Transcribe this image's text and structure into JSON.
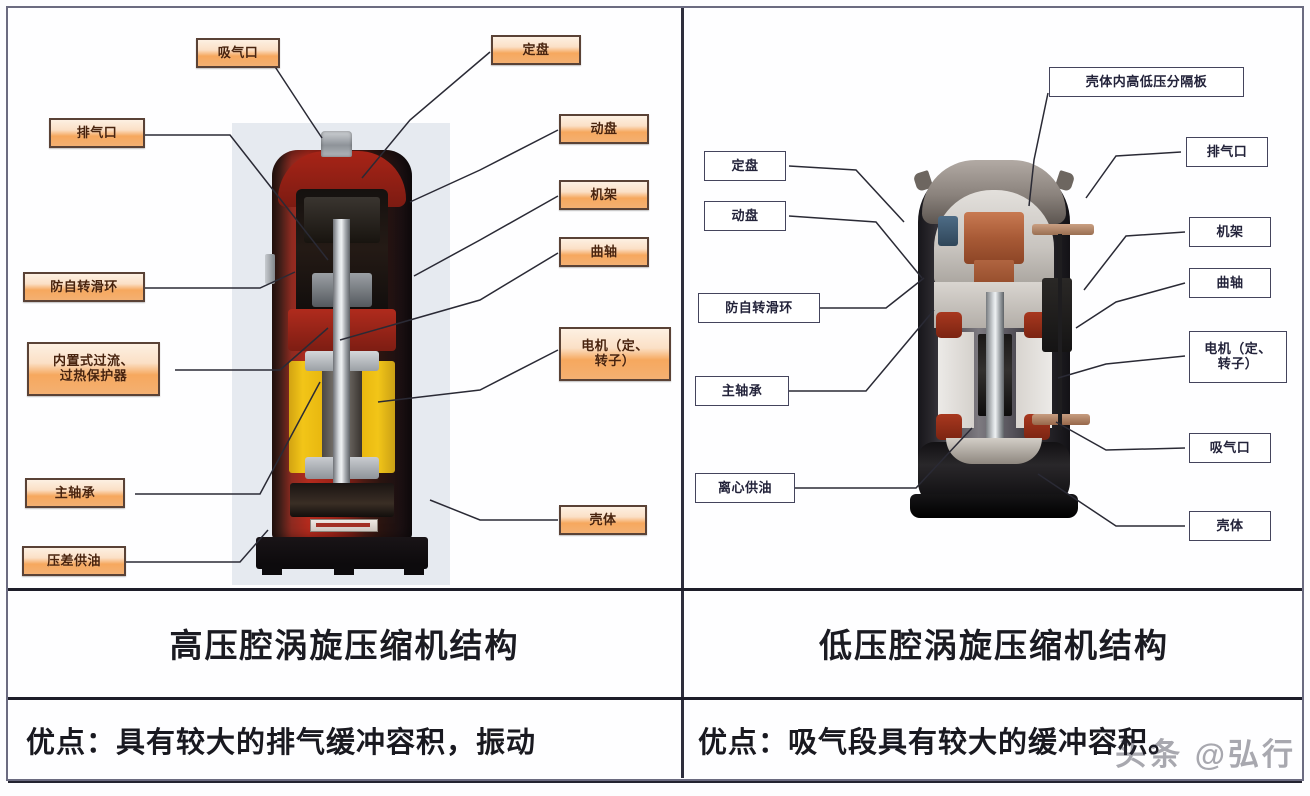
{
  "left_panel": {
    "caption": "高压腔涡旋压缩机结构",
    "advantage": "优点：具有较大的排气缓冲容积，振动",
    "labels": [
      {
        "id": "suction-port",
        "text": "吸气口"
      },
      {
        "id": "fixed-scroll",
        "text": "定盘"
      },
      {
        "id": "discharge-port",
        "text": "排气口"
      },
      {
        "id": "orbiting-scroll",
        "text": "动盘"
      },
      {
        "id": "frame",
        "text": "机架"
      },
      {
        "id": "crankshaft",
        "text": "曲轴"
      },
      {
        "id": "anti-rotation-ring",
        "text": "防自转滑环"
      },
      {
        "id": "overload-protector-line1",
        "text": "内置式过流、"
      },
      {
        "id": "overload-protector-line2",
        "text": "过热保护器"
      },
      {
        "id": "motor-line1",
        "text": "电机（定、"
      },
      {
        "id": "motor-line2",
        "text": "转子）"
      },
      {
        "id": "main-bearing",
        "text": "主轴承"
      },
      {
        "id": "shell",
        "text": "壳体"
      },
      {
        "id": "differential-oil-supply",
        "text": "压差供油"
      }
    ]
  },
  "right_panel": {
    "caption": "低压腔涡旋压缩机结构",
    "advantage": "优点：吸气段具有较大的缓冲容积。",
    "labels": [
      {
        "id": "hp-lp-partition",
        "text": "壳体内高低压分隔板"
      },
      {
        "id": "fixed-scroll",
        "text": "定盘"
      },
      {
        "id": "discharge-port",
        "text": "排气口"
      },
      {
        "id": "orbiting-scroll",
        "text": "动盘"
      },
      {
        "id": "frame",
        "text": "机架"
      },
      {
        "id": "crankshaft",
        "text": "曲轴"
      },
      {
        "id": "anti-rotation-ring",
        "text": "防自转滑环"
      },
      {
        "id": "motor-line1",
        "text": "电机（定、"
      },
      {
        "id": "motor-line2",
        "text": "转子）"
      },
      {
        "id": "main-bearing",
        "text": "主轴承"
      },
      {
        "id": "suction-port",
        "text": "吸气口"
      },
      {
        "id": "centrifugal-oil-supply",
        "text": "离心供油"
      },
      {
        "id": "shell",
        "text": "壳体"
      }
    ]
  },
  "watermark": "头条 @弘行",
  "colors": {
    "label_orange": "#f6a85e",
    "label_border": "#5a4236",
    "table_border": "#6b6b80",
    "divider": "#1d1d29",
    "left_shell_red": "#a82417",
    "left_winding_yellow": "#f2c518",
    "right_shell_black": "#17161a",
    "right_scroll_copper": "#a85a36"
  }
}
